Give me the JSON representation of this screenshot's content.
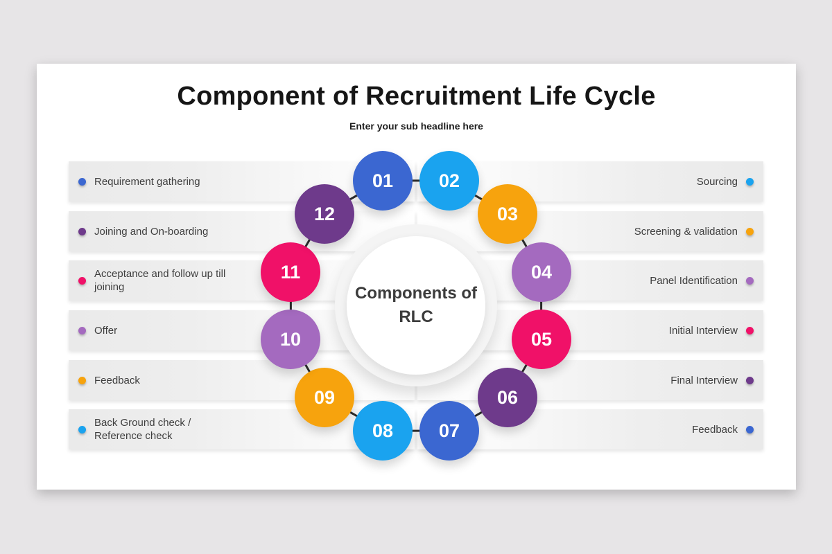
{
  "slide": {
    "title": "Component of Recruitment Life Cycle",
    "subtitle": "Enter your sub headline here"
  },
  "hub": {
    "label": "Components of RLC"
  },
  "colors": {
    "blue": "#3b67d1",
    "cyan": "#1aa3ef",
    "orange": "#f7a30d",
    "light_purple": "#a46abf",
    "pink": "#f01168",
    "dark_purple": "#6e3a8b"
  },
  "ring": [
    {
      "number": "01",
      "color": "#3b67d1"
    },
    {
      "number": "02",
      "color": "#1aa3ef"
    },
    {
      "number": "03",
      "color": "#f7a30d"
    },
    {
      "number": "04",
      "color": "#a46abf"
    },
    {
      "number": "05",
      "color": "#f01168"
    },
    {
      "number": "06",
      "color": "#6e3a8b"
    },
    {
      "number": "07",
      "color": "#3b67d1"
    },
    {
      "number": "08",
      "color": "#1aa3ef"
    },
    {
      "number": "09",
      "color": "#f7a30d"
    },
    {
      "number": "10",
      "color": "#a46abf"
    },
    {
      "number": "11",
      "color": "#f01168"
    },
    {
      "number": "12",
      "color": "#6e3a8b"
    }
  ],
  "left_items": [
    {
      "label": "Requirement gathering",
      "color": "#3b67d1"
    },
    {
      "label": "Joining and On-boarding",
      "color": "#6e3a8b"
    },
    {
      "label": "Acceptance and follow up till\njoining",
      "color": "#f01168"
    },
    {
      "label": "Offer",
      "color": "#a46abf"
    },
    {
      "label": "Feedback",
      "color": "#f7a30d"
    },
    {
      "label": "Back Ground check /\nReference check",
      "color": "#1aa3ef"
    }
  ],
  "right_items": [
    {
      "label": "Sourcing",
      "color": "#1aa3ef"
    },
    {
      "label": "Screening & validation",
      "color": "#f7a30d"
    },
    {
      "label": "Panel Identification",
      "color": "#a46abf"
    },
    {
      "label": "Initial Interview",
      "color": "#f01168"
    },
    {
      "label": "Final Interview",
      "color": "#6e3a8b"
    },
    {
      "label": "Feedback",
      "color": "#3b67d1"
    }
  ]
}
